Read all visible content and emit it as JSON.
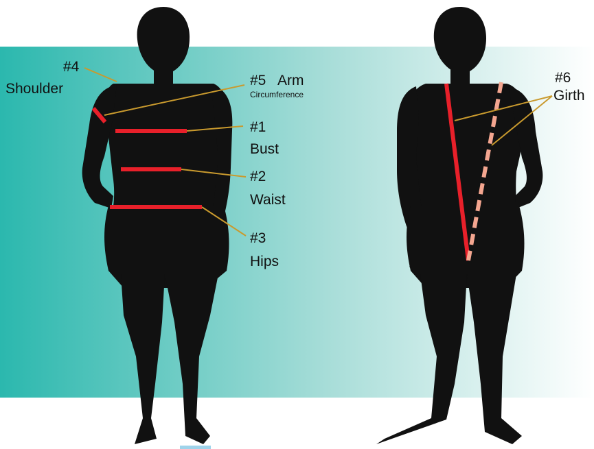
{
  "measurements": [
    {
      "num": "#1",
      "name": "Bust"
    },
    {
      "num": "#2",
      "name": "Waist"
    },
    {
      "num": "#3",
      "name": "Hips"
    },
    {
      "num": "#4",
      "name": "Shoulder"
    },
    {
      "num": "#5",
      "name": "Arm",
      "sub": "Circumference"
    },
    {
      "num": "#6",
      "name": "Girth"
    }
  ],
  "colors": {
    "silhouette": "#111111",
    "measure_line": "#e8202a",
    "girth_dashed": "#f4a690",
    "leader": "#c99a2e",
    "band_start": "#2bb8ae",
    "band_end": "#ffffff",
    "bottom_marker": "#9fd3ea"
  },
  "icons": [
    "front-silhouette-icon",
    "back-silhouette-icon"
  ]
}
